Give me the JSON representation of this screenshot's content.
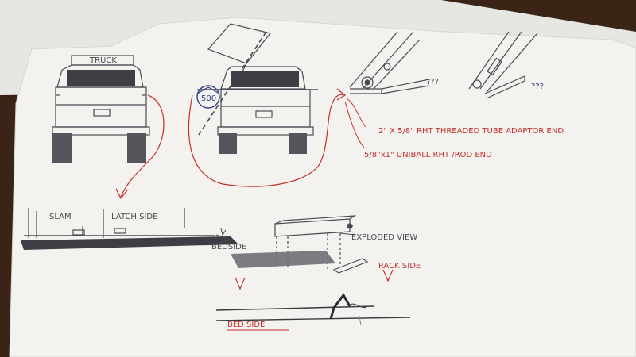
{
  "colors": {
    "paper": "#f4f3f0",
    "pencil": "#4a4a52",
    "ink_red": "#c4302b",
    "ink_blue": "#2f3f8a",
    "wood": "#3a2416"
  },
  "labels": {
    "truck_top": "TRUCK",
    "wheel_circle": "500",
    "question_small": "???",
    "question_big": "???",
    "tube_adapter": "2\" X 5/8\" RHT THREADED TUBE ADAPTOR END",
    "rod_end": "5/8\"x1\" UNIBALL RHT /ROD END",
    "slam": "SLAM",
    "latch_side": "LATCH SIDE",
    "bedside": "BEDSIDE",
    "exploded_view": "EXPLODED VIEW",
    "rack_side": "RACK SIDE",
    "bed_side": "BED SIDE"
  }
}
